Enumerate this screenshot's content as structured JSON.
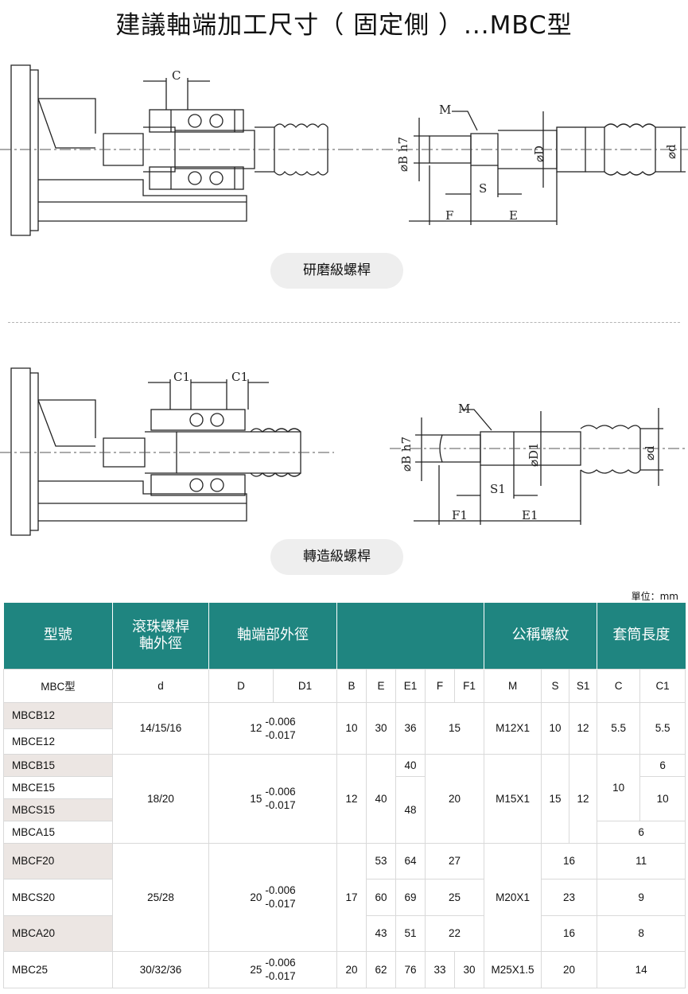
{
  "title": "建議軸端加工尺寸（ 固定側 ）...MBC型",
  "unit_label": "單位：mm",
  "section1": {
    "caption": "研磨級螺桿",
    "labels": {
      "c": "C",
      "m": "M",
      "b": "⌀B h7",
      "d_small": "⌀D",
      "d": "⌀d",
      "s": "S",
      "f": "F",
      "e": "E"
    }
  },
  "section2": {
    "caption": "轉造級螺桿",
    "labels": {
      "c1a": "C1",
      "c1b": "C1",
      "m": "M",
      "b": "⌀B h7",
      "d1": "⌀D1",
      "d": "⌀d",
      "s1": "S1",
      "f1": "F1",
      "e1": "E1"
    }
  },
  "table": {
    "headers": {
      "model": "型號",
      "screw_line1": "滾珠螺桿",
      "screw_line2": "軸外徑",
      "shaft": "軸端部外徑",
      "blank": "",
      "thread": "公稱螺紋",
      "sleeve": "套筒長度"
    },
    "subheaders": [
      "MBC型",
      "d",
      "D",
      "D1",
      "B",
      "E",
      "E1",
      "F",
      "F1",
      "M",
      "S",
      "S1",
      "C",
      "C1"
    ],
    "tol_upper": "-0.006",
    "tol_lower": "-0.017",
    "g1": {
      "models": [
        "MBCB12",
        "MBCE12"
      ],
      "d": "14/15/16",
      "Dval": "12",
      "B": "10",
      "E": "30",
      "E1": "36",
      "F": "15",
      "M": "M12X1",
      "S": "10",
      "S1": "12",
      "C": "5.5",
      "C1": "5.5"
    },
    "g2": {
      "models": [
        "MBCB15",
        "MBCE15",
        "MBCS15",
        "MBCA15"
      ],
      "d": "18/20",
      "Dval": "15",
      "B": "12",
      "E": "40",
      "E1a": "40",
      "E1b": "48",
      "F": "20",
      "M": "M15X1",
      "S": "15",
      "S1": "12",
      "C": "10",
      "C1a": "6",
      "C1b": "10",
      "CC1": "6"
    },
    "g3": {
      "models": [
        "MBCF20",
        "MBCS20",
        "MBCA20"
      ],
      "d": "25/28",
      "Dval": "20",
      "B": "17",
      "M": "M20X1",
      "rows": [
        {
          "E": "53",
          "E1": "64",
          "F": "27",
          "S": "16",
          "C": "11"
        },
        {
          "E": "60",
          "E1": "69",
          "F": "25",
          "S": "23",
          "C": "9"
        },
        {
          "E": "43",
          "E1": "51",
          "F": "22",
          "S": "16",
          "C": "8"
        }
      ]
    },
    "g4": {
      "model": "MBC25",
      "d": "30/32/36",
      "Dval": "25",
      "B": "20",
      "E": "62",
      "E1": "76",
      "F": "33",
      "F1": "30",
      "M": "M25X1.5",
      "S": "20",
      "C": "14"
    }
  }
}
